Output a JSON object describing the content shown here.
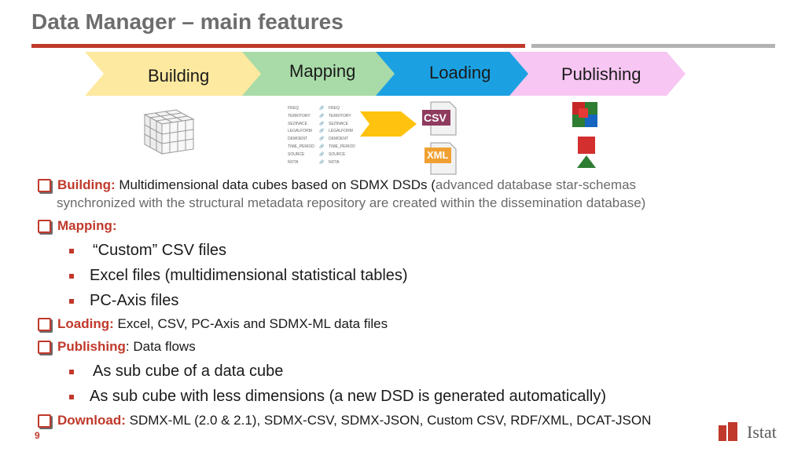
{
  "title": "Data Manager – main features",
  "process": {
    "steps": [
      {
        "label": "Building",
        "color": "#fde9a0"
      },
      {
        "label": "Mapping",
        "color": "#a8dba8"
      },
      {
        "label": "Loading",
        "color": "#1ba1e2"
      },
      {
        "label": "Publishing",
        "color": "#f7c6f2"
      }
    ],
    "mapping_fields_left": [
      "FREQ",
      "TERRITORY",
      "SEZINACE",
      "LEGALFORM",
      "DEMOENT",
      "TIME_PERIOD",
      "SOURCE",
      "NOTA"
    ],
    "mapping_fields_right": [
      "FREQ",
      "TERRITORY",
      "SEZINACE",
      "LEGALFORM",
      "DEMOENT",
      "TIME_PERIOD",
      "SOURCE",
      "NOTA"
    ],
    "csv_label": "CSV",
    "xml_label": "XML"
  },
  "bullets": {
    "building_kw": "Building:",
    "building_text": " Multidimensional data cubes based on SDMX DSDs (",
    "building_gray": "advanced database star-schemas",
    "building_line2": "synchronized with the structural metadata repository are created within the dissemination database)",
    "mapping_kw": "Mapping:",
    "mapping_items": [
      "“Custom” CSV files",
      "Excel files (multidimensional statistical tables)",
      "PC-Axis files"
    ],
    "loading_kw": "Loading:",
    "loading_text": " Excel, CSV, PC-Axis and SDMX-ML data files",
    "publishing_kw": "Publishing",
    "publishing_text": ": Data flows",
    "publishing_items": [
      "As sub cube of a  data cube",
      "As sub cube with less dimensions (a new DSD is generated automatically)"
    ],
    "download_kw": "Download:",
    "download_text": " SDMX-ML (2.0 & 2.1), SDMX-CSV, SDMX-JSON, Custom CSV, RDF/XML, DCAT-JSON"
  },
  "page_number": "9",
  "logo_text": "Istat",
  "colors": {
    "accent": "#c0392b",
    "bar_gray": "#b3b3b3"
  }
}
